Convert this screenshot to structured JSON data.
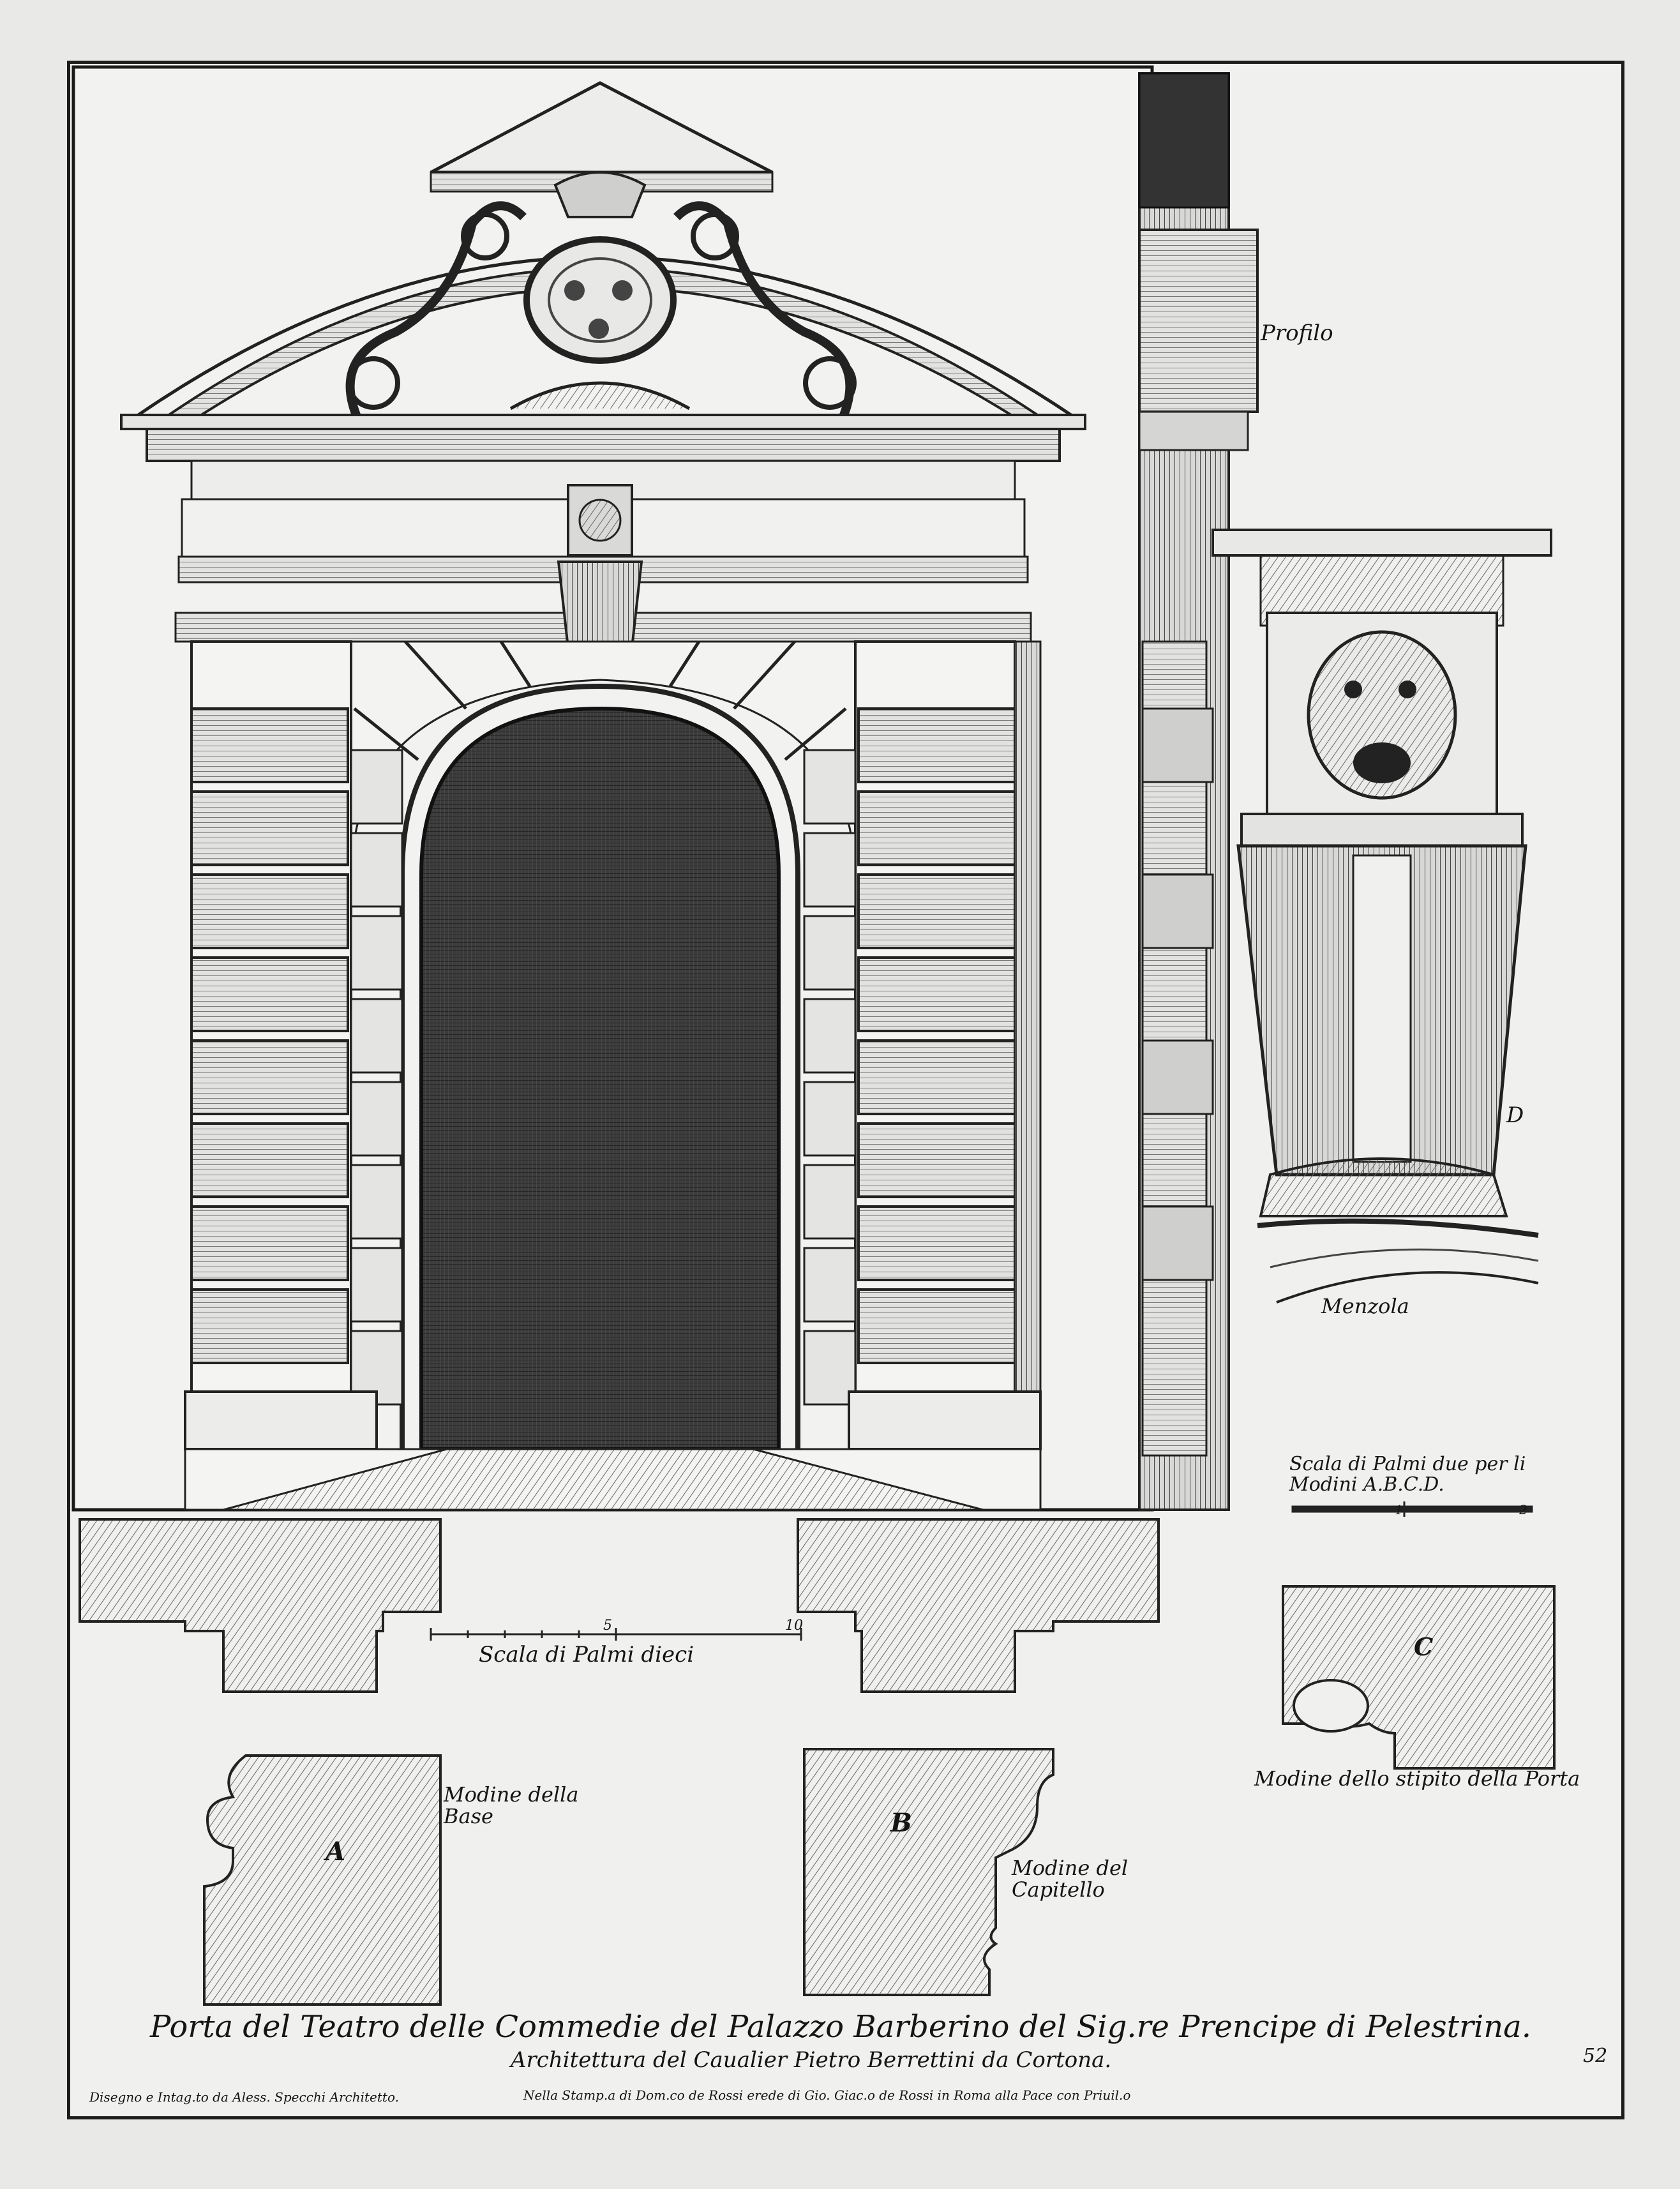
{
  "labels": {
    "profilo": "Profilo",
    "menzola": "Menzola",
    "d": "D",
    "scala_two_line1": "Scala di Palmi due per li",
    "scala_two_line2": "Modini A.B.C.D.",
    "scala_two_1": "1",
    "scala_two_2": "2",
    "scala_ten": "Scala di Palmi dieci",
    "scala_ten_5": "5",
    "scala_ten_10": "10",
    "a": "A",
    "b": "B",
    "c": "C",
    "modine_base_line1": "Modine della",
    "modine_base_line2": "Base",
    "modine_capitello_line1": "Modine del",
    "modine_capitello_line2": "Capitello",
    "modine_stipito": "Modine dello stipito della Porta"
  },
  "caption": {
    "title": "Porta del Teatro delle Commedie del Palazzo Barberino del Sig.re Prencipe di Pelestrina.",
    "subtitle": "Architettura del Caualier Pietro Berrettini da Cortona.",
    "page_number": "52",
    "credit_left": "Disegno e Intag.to da Aless. Specchi Architetto.",
    "credit_center": "Nella Stamp.a di Dom.co de Rossi erede di Gio. Giac.o de Rossi in Roma alla Pace con Priuil.o"
  }
}
